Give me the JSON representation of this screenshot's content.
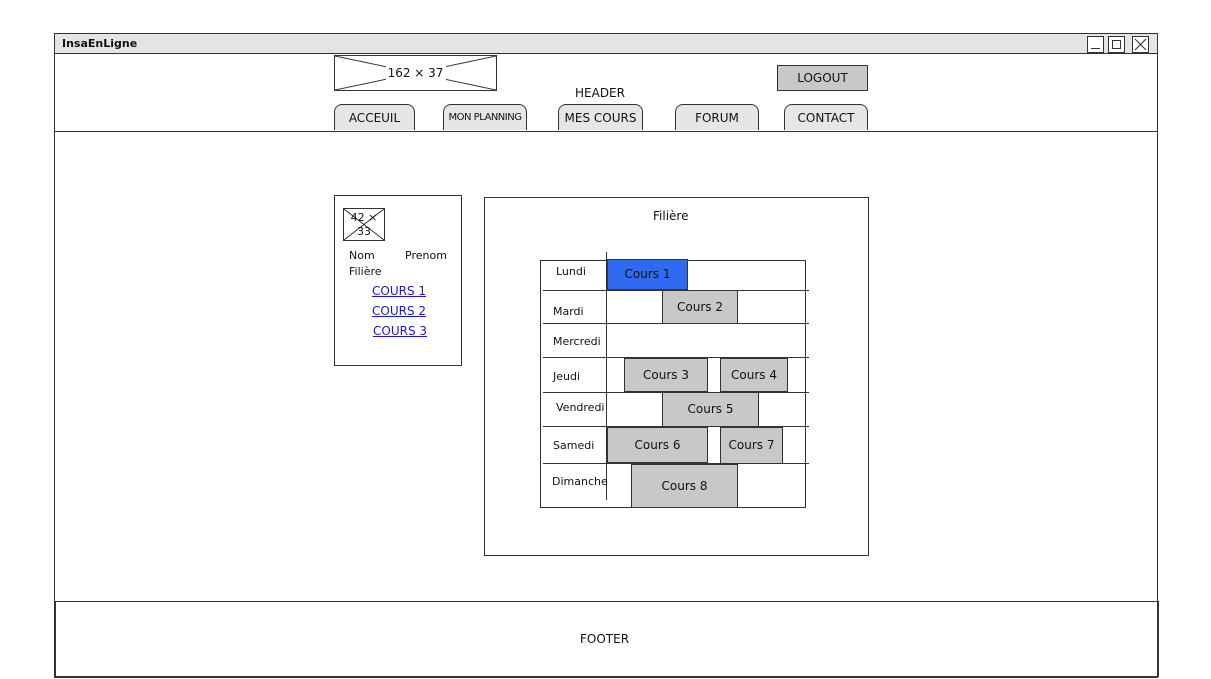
{
  "window": {
    "title": "InsaEnLigne"
  },
  "header": {
    "label": "HEADER",
    "logo_placeholder": "162 × 37",
    "logout_label": "LOGOUT",
    "nav": [
      "ACCEUIL",
      "MON PLANNING",
      "MES COURS",
      "FORUM",
      "CONTACT"
    ]
  },
  "profile": {
    "avatar_placeholder": "42 × 33",
    "nom": "Nom",
    "prenom": "Prenom",
    "filiere": "Filière",
    "links": [
      "COURS 1",
      "COURS 2",
      "COURS 3"
    ]
  },
  "planning": {
    "title": "Filière",
    "days": [
      "Lundi",
      "Mardi",
      "Mercredi",
      "Jeudi",
      "Vendredi",
      "Samedi",
      "Dimanche"
    ],
    "courses": [
      "Cours 1",
      "Cours 2",
      "Cours 3",
      "Cours 4",
      "Cours 5",
      "Cours 6",
      "Cours 7",
      "Cours 8"
    ],
    "active_color": "#2f6af0"
  },
  "footer": {
    "label": "FOOTER"
  }
}
